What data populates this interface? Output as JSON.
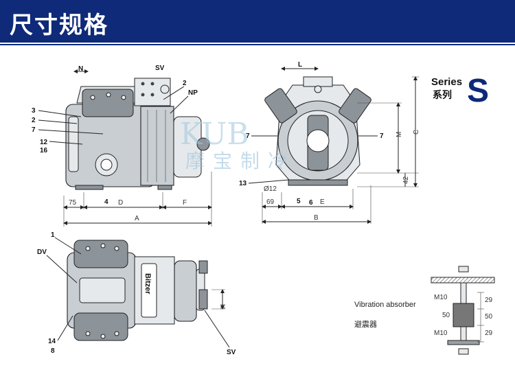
{
  "header": {
    "title": "尺寸规格",
    "bg_color": "#0e2a78"
  },
  "watermark": {
    "latin": "KUB",
    "chinese": "摩宝制冷"
  },
  "series": {
    "label": "Series",
    "cn": "系列",
    "letter": "S",
    "accent": "#0e2a78"
  },
  "front_view": {
    "labels": {
      "n": "N",
      "sv": "SV",
      "np": "NP",
      "n2": "2",
      "l3": "3",
      "l2": "2",
      "l7": "7",
      "l12": "12",
      "l16": "16",
      "l4": "4"
    },
    "dims": {
      "d75": "75",
      "d": "D",
      "f": "F",
      "a": "A"
    }
  },
  "side_view": {
    "labels": {
      "l": "L",
      "l7a": "7",
      "l7b": "7",
      "m": "M",
      "c": "C",
      "l13": "13",
      "dia12": "Ø12",
      "l5": "5",
      "l6": "6",
      "d42": "42"
    },
    "dims": {
      "d69": "69",
      "e": "E",
      "b": "B"
    }
  },
  "top_view": {
    "labels": {
      "l1": "1",
      "dv": "DV",
      "l14": "14",
      "l8": "8",
      "sv": "SV",
      "h": "H",
      "brand": "Bitzer"
    }
  },
  "absorber": {
    "en": "Vibration absorber",
    "cn": "避震器",
    "labels": {
      "m10a": "M10",
      "m10b": "M10",
      "d50a": "50",
      "d50b": "50",
      "d29a": "29",
      "d29b": "29"
    }
  }
}
